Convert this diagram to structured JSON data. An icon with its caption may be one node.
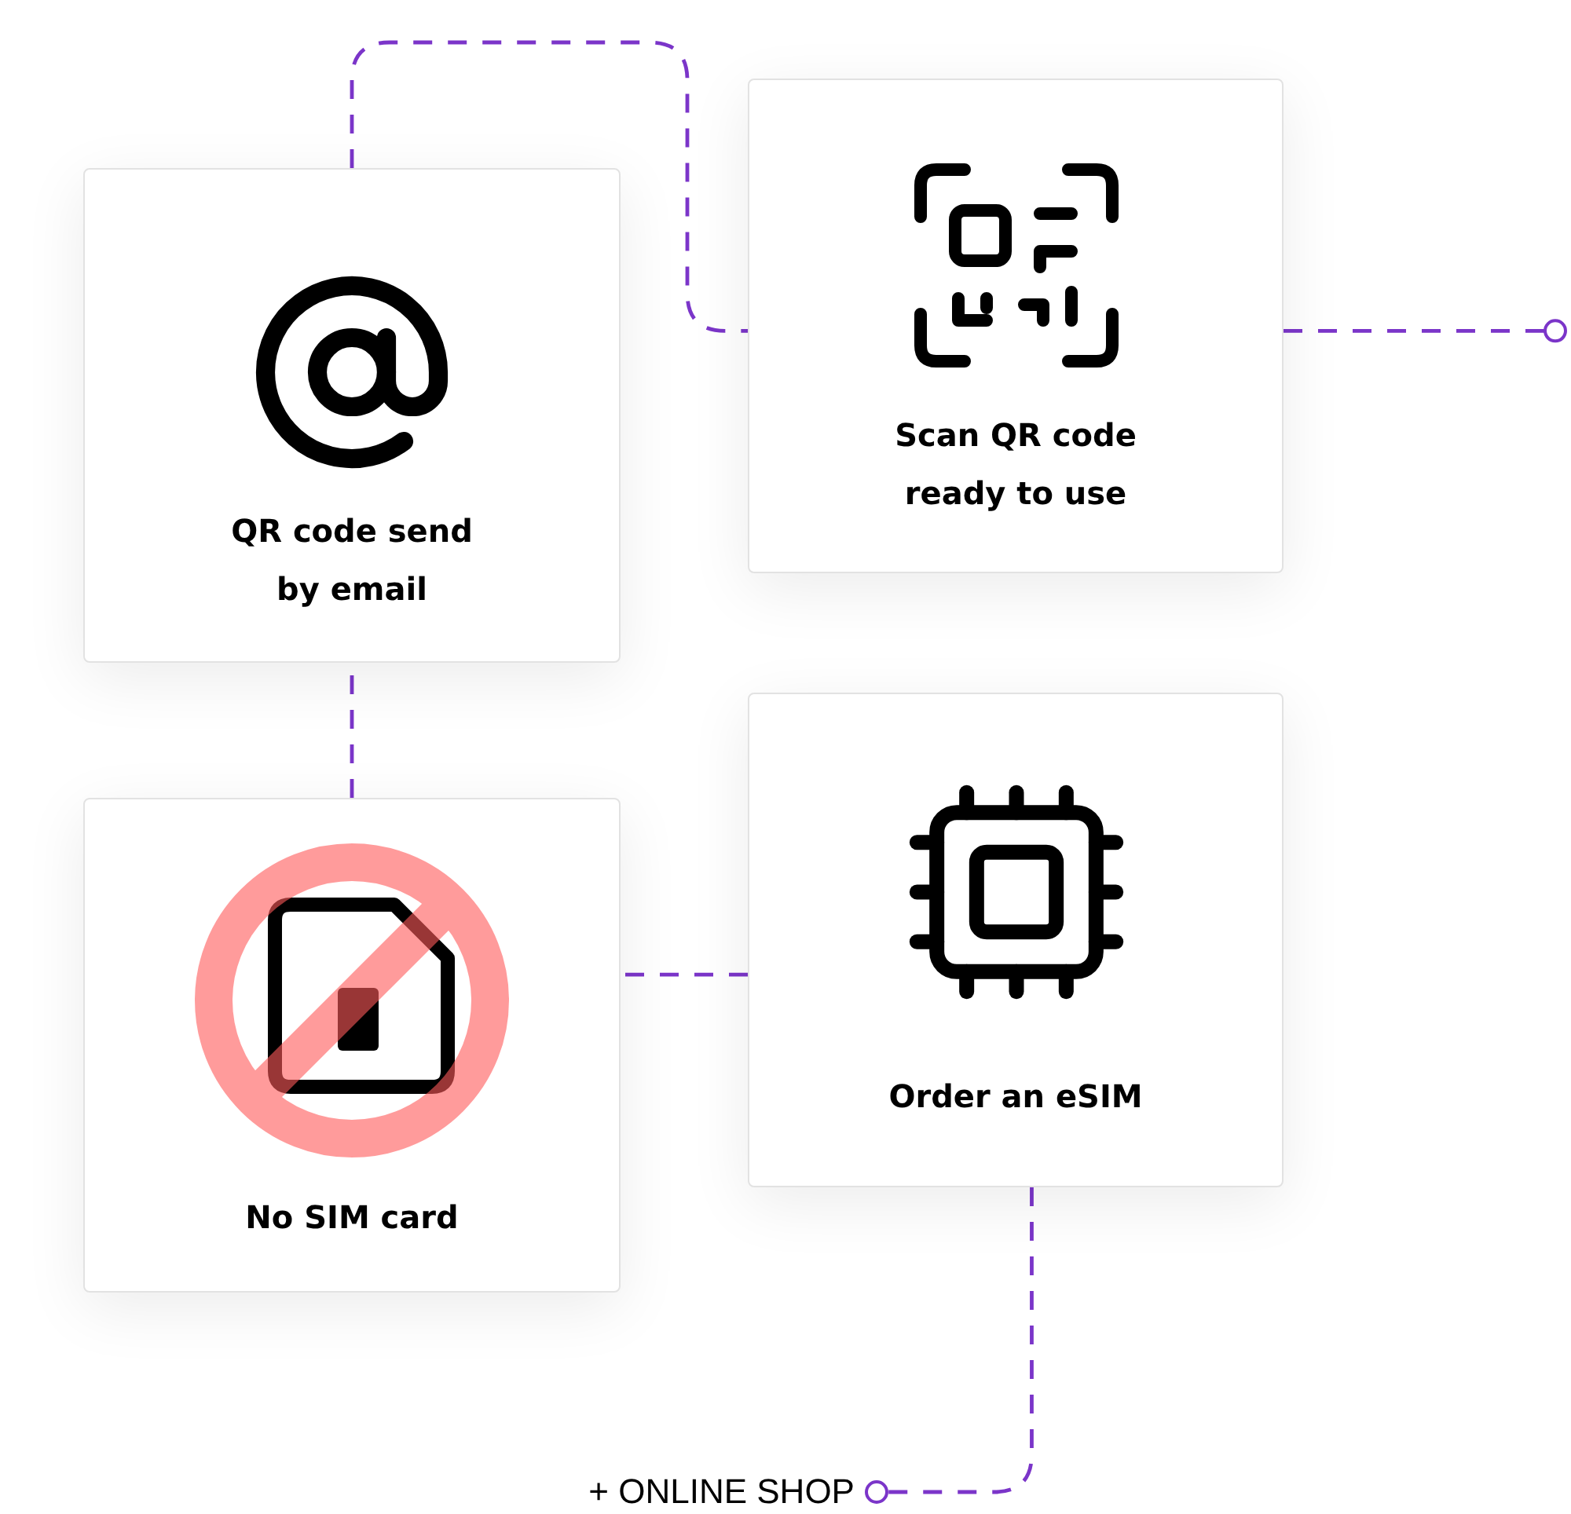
{
  "diagram": {
    "nodes": [
      {
        "text": [
          "QR code send by email"
        ]
      },
      {
        "text": [
          "Scan QR code ready to use"
        ]
      },
      {
        "text": [
          "No SIM card"
        ]
      },
      {
        "text": [
          "Order an eSIM"
        ]
      },
      {
        "text": [
          "+ ONLINE SHOP"
        ]
      }
    ],
    "edges": [
      {
        "from": 3,
        "to": 4,
        "arrow": "other",
        "style": "dashed"
      },
      {
        "from": 3,
        "to": 2,
        "arrow": "none",
        "style": "dashed"
      },
      {
        "from": 2,
        "to": 0,
        "arrow": "none",
        "style": "dashed"
      },
      {
        "from": 0,
        "to": 1,
        "arrow": "none",
        "style": "dashed"
      },
      {
        "from": 1,
        "to": null,
        "arrow": "other",
        "style": "dashed"
      }
    ]
  }
}
